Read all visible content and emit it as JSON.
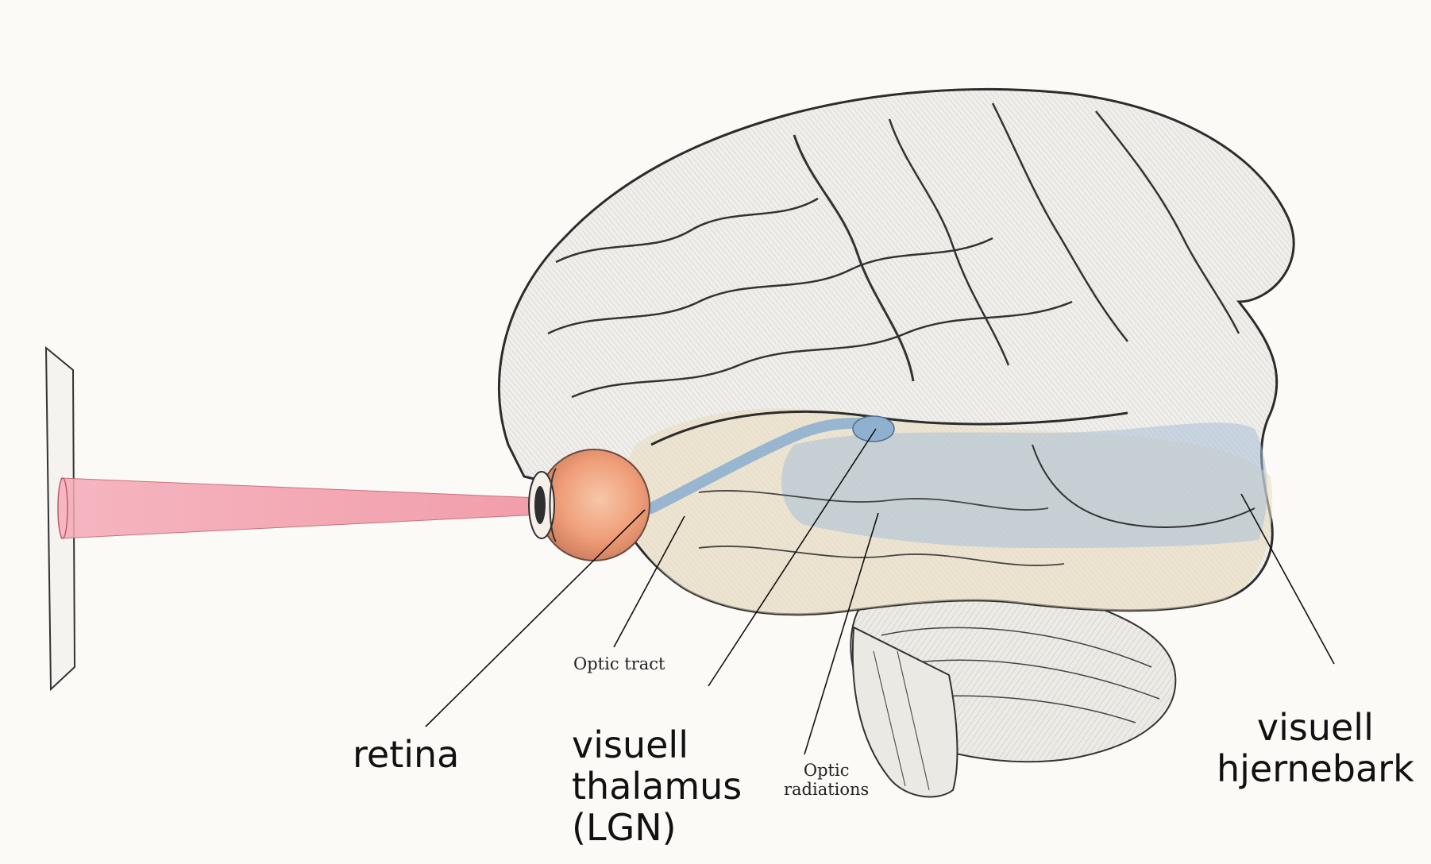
{
  "labels": {
    "retina": "retina",
    "thalamus": [
      "visuell",
      "thalamus",
      "(LGN)"
    ],
    "cortex": [
      "visuell",
      "hjernebark"
    ],
    "optic_tract": "Optic tract",
    "optic_radiations": [
      "Optic",
      "radiations"
    ]
  },
  "colors": {
    "background": "#fbfaf7",
    "brain_fill": "#efeeea",
    "brain_stroke": "#3a3a3a",
    "temporal_tint": "#e8dcc0",
    "visual_path": "#a9bfd8",
    "eye": "#f0a27c",
    "light_cone": "#f3a7b4",
    "leader_line": "#111111"
  }
}
